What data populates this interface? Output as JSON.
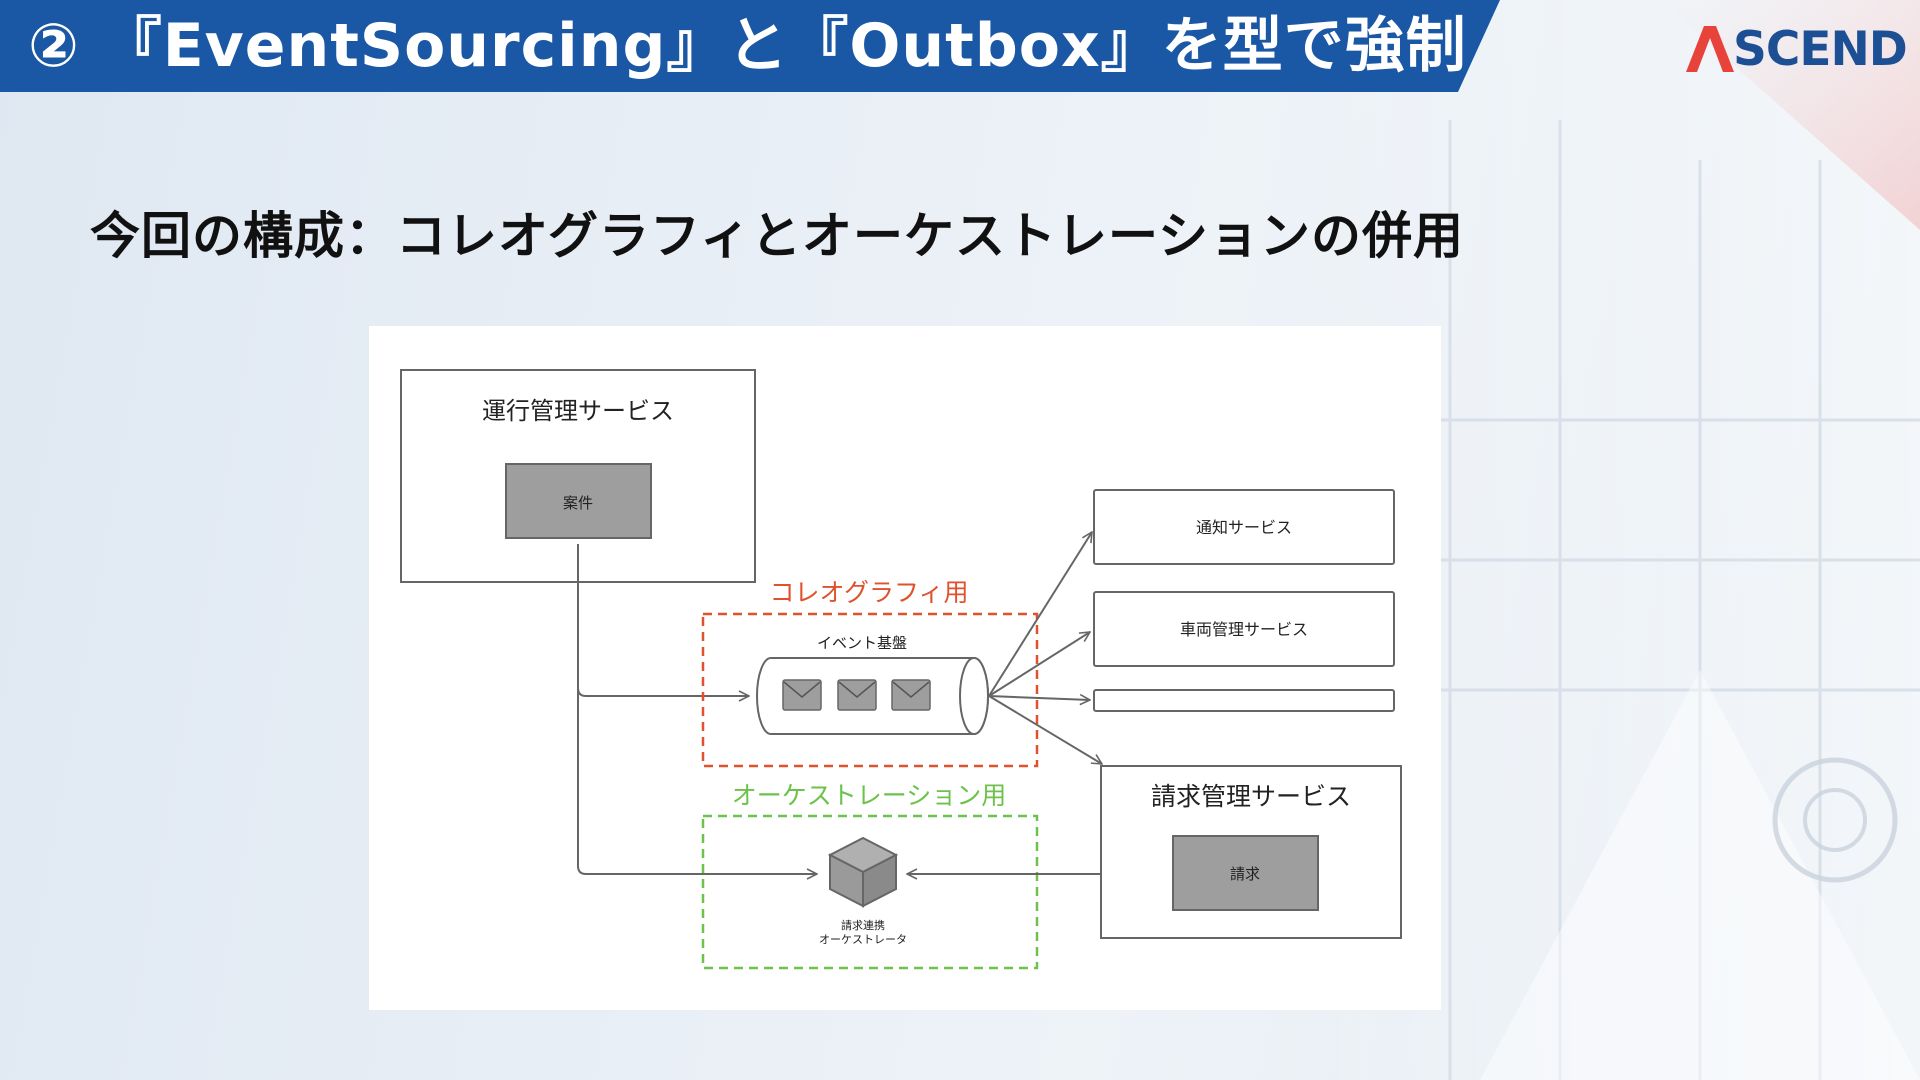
{
  "header": {
    "title": "② 『EventSourcing』と『Outbox』を型で強制",
    "band_color": "#1a57a4"
  },
  "logo": {
    "text": "SCEND",
    "accent_color": "#e8433b",
    "brand_color": "#1d4f94"
  },
  "subtitle": "今回の構成：コレオグラフィとオーケストレーションの併用",
  "diagram": {
    "operation_service": {
      "title": "運行管理サービス",
      "entity": "案件"
    },
    "choreography": {
      "label": "コレオグラフィ用",
      "color": "#e0522d",
      "event_platform_label": "イベント基盤"
    },
    "orchestration": {
      "label": "オーケストレーション用",
      "color": "#6cc24a",
      "orchestrator_label_line1": "請求連携",
      "orchestrator_label_line2": "オーケストレータ"
    },
    "notification_service": {
      "title": "通知サービス"
    },
    "vehicle_service": {
      "title": "車両管理サービス"
    },
    "billing_service": {
      "title": "請求管理サービス",
      "entity": "請求"
    }
  }
}
